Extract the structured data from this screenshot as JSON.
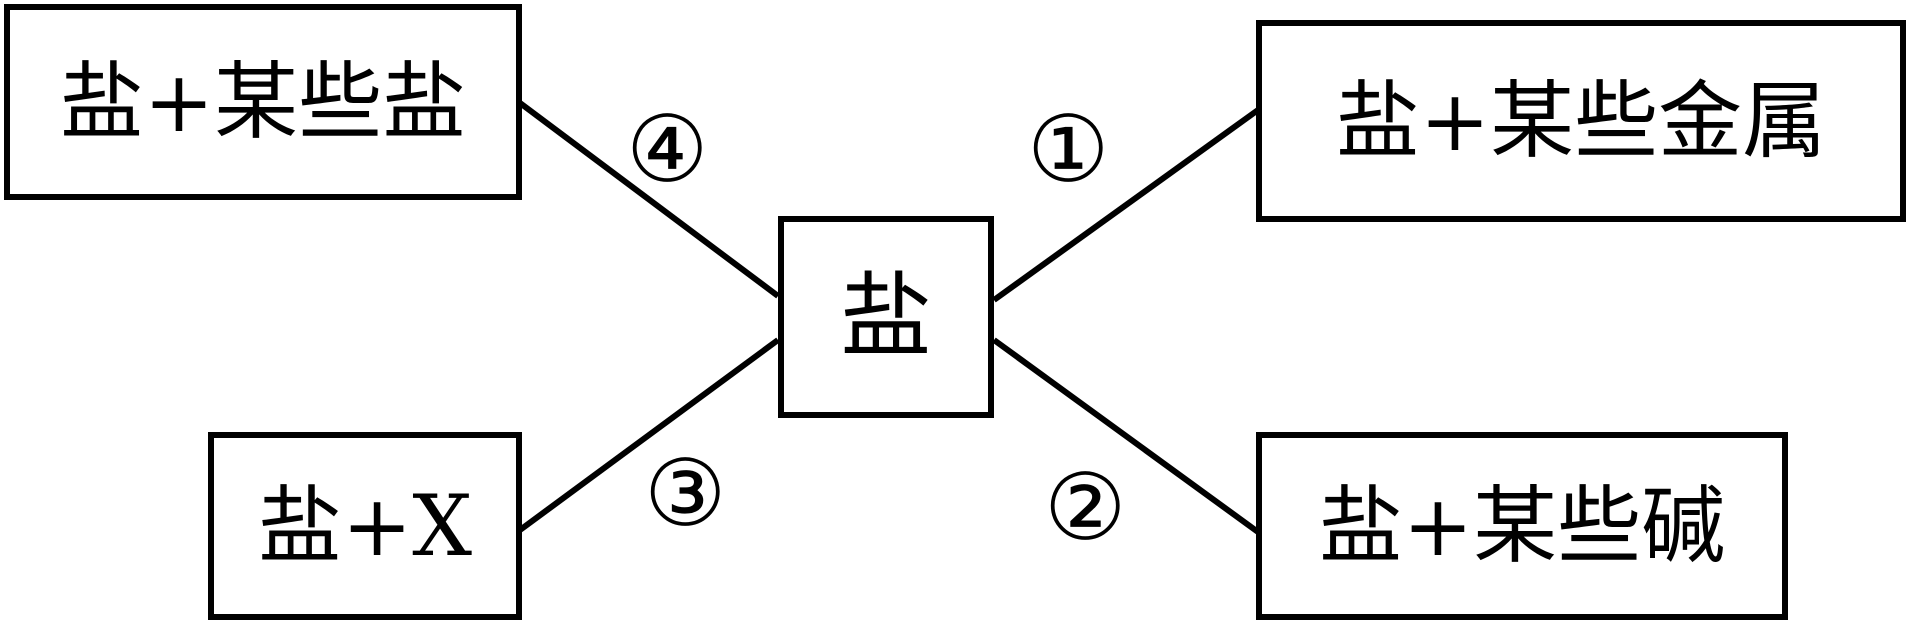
{
  "center": {
    "label": "盐"
  },
  "nodes": {
    "top_left": {
      "label": "盐+某些盐"
    },
    "bottom_left": {
      "label": "盐+X"
    },
    "top_right": {
      "label": "盐+某些金属"
    },
    "bottom_right": {
      "label": "盐+某些碱"
    }
  },
  "markers": {
    "m1": "①",
    "m2": "②",
    "m3": "③",
    "m4": "④"
  },
  "colors": {
    "stroke": "#000000",
    "background": "#ffffff"
  }
}
